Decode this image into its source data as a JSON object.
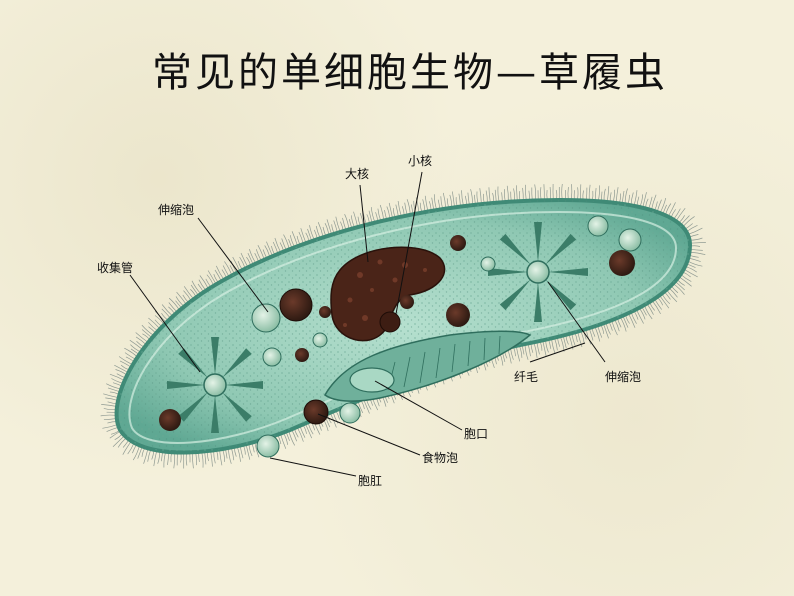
{
  "slide": {
    "title": "常见的单细胞生物—草履虫"
  },
  "labels": {
    "macronucleus": "大核",
    "micronucleus": "小核",
    "contractile_vacuole_left": "伸缩泡",
    "collecting_canal": "收集管",
    "cilia": "纤毛",
    "contractile_vacuole_right": "伸缩泡",
    "oral_groove": "胞口",
    "food_vacuole": "食物泡",
    "anal_pore": "胞肛"
  },
  "colors": {
    "cell_body": "#9dd3bf",
    "cell_edge": "#4d9b86",
    "nucleus": "#5a2a1c",
    "vacuole": "#b9dcc6",
    "background": "#f4f0db"
  }
}
